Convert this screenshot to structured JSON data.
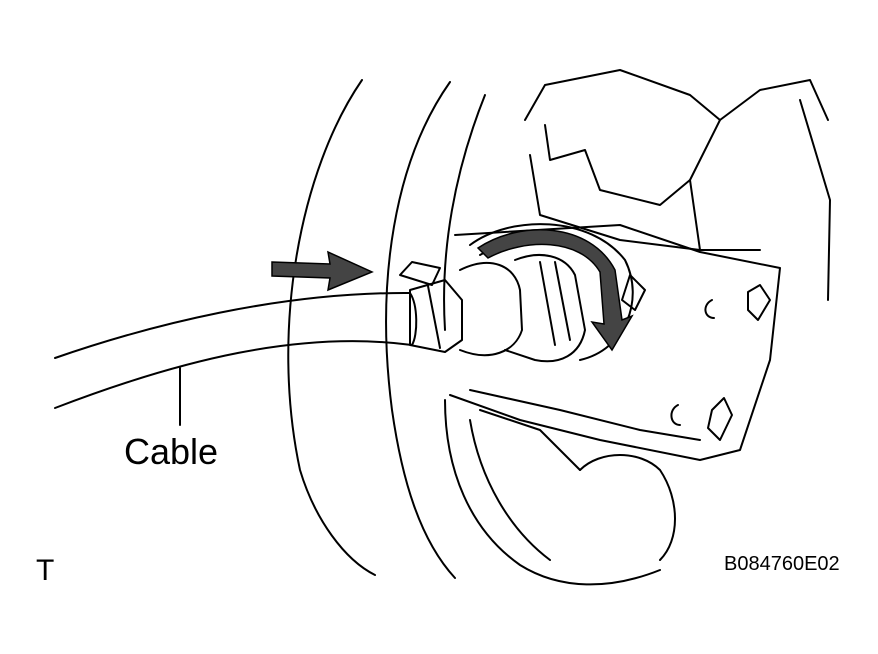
{
  "figure": {
    "callout_label": "Cable",
    "corner_mark": "T",
    "figure_code": "B084760E02"
  },
  "colors": {
    "line": "#000000",
    "background": "#ffffff",
    "arrow_fill": "#444444"
  }
}
